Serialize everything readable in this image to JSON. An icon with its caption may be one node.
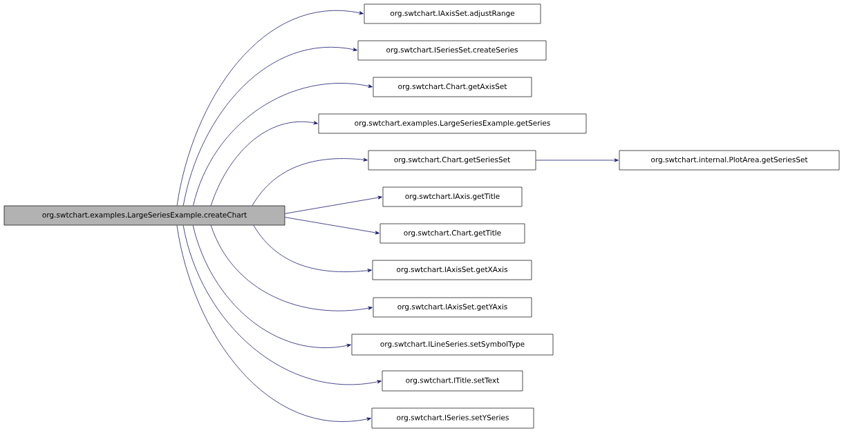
{
  "diagram": {
    "nodes": [
      {
        "text": [
          "org.swtchart.examples.LargeSeriesExample.createChart"
        ]
      },
      {
        "text": [
          "org.swtchart.IAxisSet.adjustRange"
        ]
      },
      {
        "text": [
          "org.swtchart.ISeriesSet.createSeries"
        ]
      },
      {
        "text": [
          "org.swtchart.Chart.getAxisSet"
        ]
      },
      {
        "text": [
          "org.swtchart.examples.LargeSeriesExample.getSeries"
        ]
      },
      {
        "text": [
          "org.swtchart.Chart.getSeriesSet"
        ]
      },
      {
        "text": [
          "org.swtchart.internal.PlotArea.getSeriesSet"
        ]
      },
      {
        "text": [
          "org.swtchart.IAxis.getTitle"
        ]
      },
      {
        "text": [
          "org.swtchart.Chart.getTitle"
        ]
      },
      {
        "text": [
          "org.swtchart.IAxisSet.getXAxis"
        ]
      },
      {
        "text": [
          "org.swtchart.IAxisSet.getYAxis"
        ]
      },
      {
        "text": [
          "org.swtchart.ILineSeries.setSymbolType"
        ]
      },
      {
        "text": [
          "org.swtchart.ITitle.setText"
        ]
      },
      {
        "text": [
          "org.swtchart.ISeries.setYSeries"
        ]
      }
    ],
    "edges": [
      {
        "from": 0,
        "to": 1,
        "arrow": "to"
      },
      {
        "from": 0,
        "to": 2,
        "arrow": "to"
      },
      {
        "from": 0,
        "to": 3,
        "arrow": "to"
      },
      {
        "from": 0,
        "to": 4,
        "arrow": "to"
      },
      {
        "from": 0,
        "to": 5,
        "arrow": "to"
      },
      {
        "from": 5,
        "to": 6,
        "arrow": "to"
      },
      {
        "from": 0,
        "to": 7,
        "arrow": "to"
      },
      {
        "from": 0,
        "to": 8,
        "arrow": "to"
      },
      {
        "from": 0,
        "to": 9,
        "arrow": "to"
      },
      {
        "from": 0,
        "to": 10,
        "arrow": "to"
      },
      {
        "from": 0,
        "to": 11,
        "arrow": "to"
      },
      {
        "from": 0,
        "to": 12,
        "arrow": "to"
      },
      {
        "from": 0,
        "to": 13,
        "arrow": "to"
      }
    ]
  }
}
